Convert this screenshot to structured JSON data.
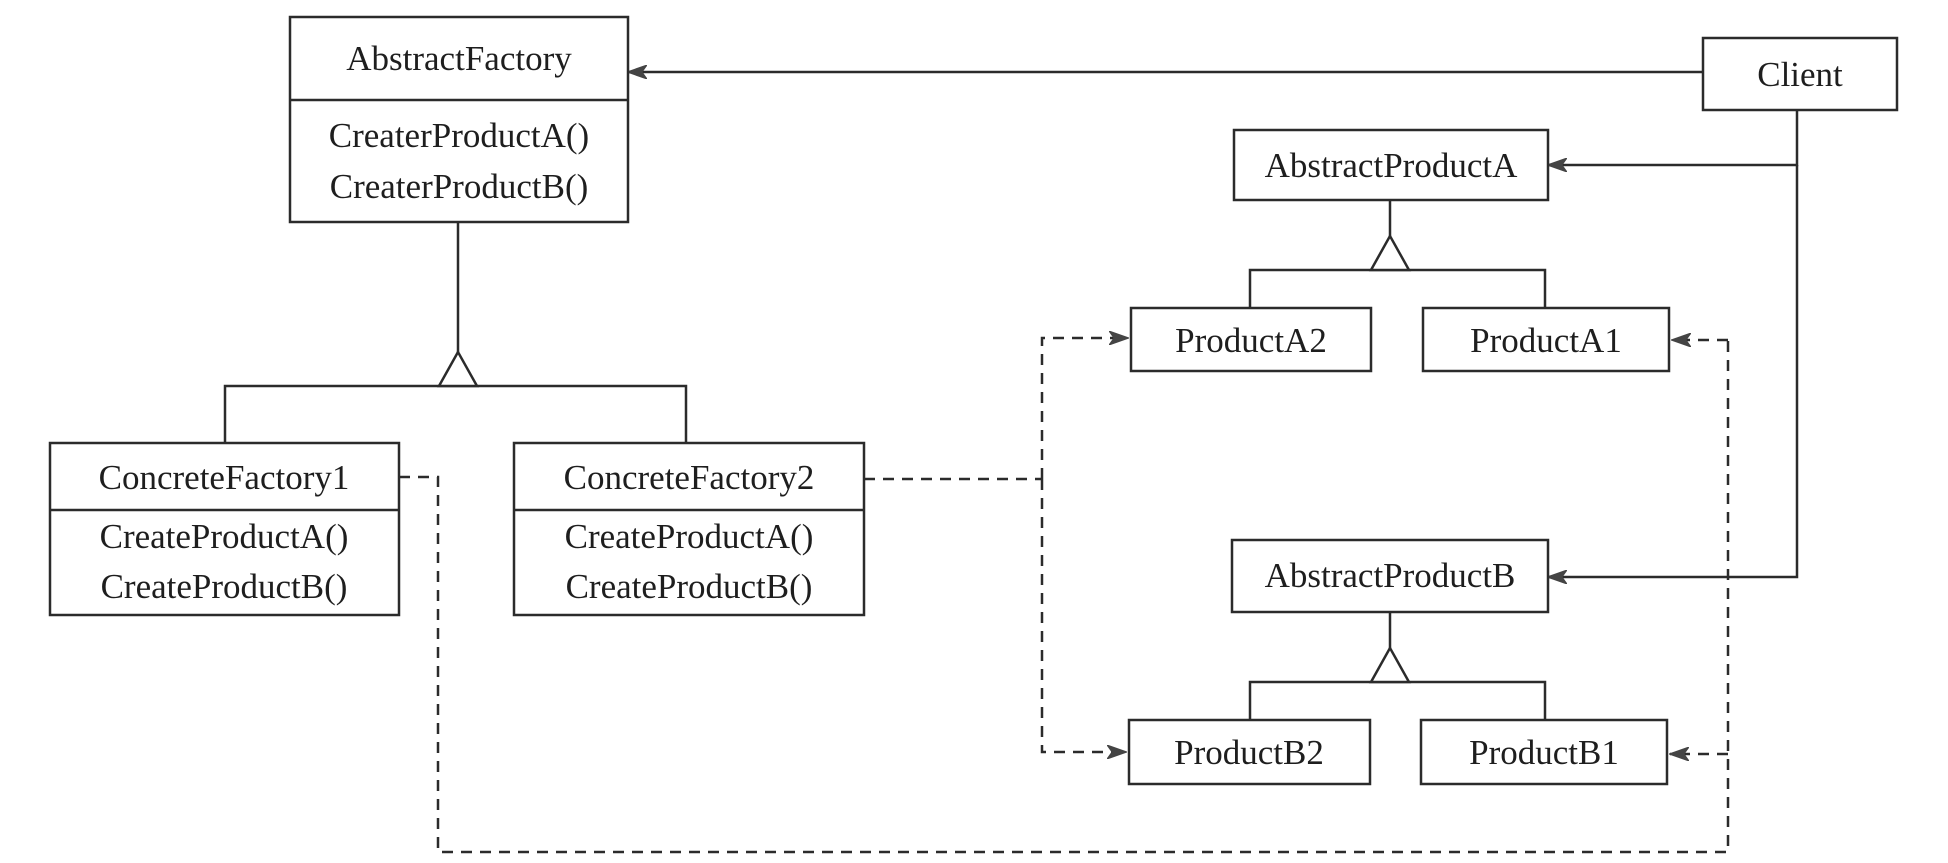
{
  "classes": {
    "abstract_factory": {
      "name": "AbstractFactory",
      "methods": [
        "CreaterProductA()",
        "CreaterProductB()"
      ]
    },
    "concrete_factory1": {
      "name": "ConcreteFactory1",
      "methods": [
        "CreateProductA()",
        "CreateProductB()"
      ]
    },
    "concrete_factory2": {
      "name": "ConcreteFactory2",
      "methods": [
        "CreateProductA()",
        "CreateProductB()"
      ]
    },
    "client": {
      "name": "Client"
    },
    "abstract_product_a": {
      "name": "AbstractProductA"
    },
    "product_a2": {
      "name": "ProductA2"
    },
    "product_a1": {
      "name": "ProductA1"
    },
    "abstract_product_b": {
      "name": "AbstractProductB"
    },
    "product_b2": {
      "name": "ProductB2"
    },
    "product_b1": {
      "name": "ProductB1"
    }
  },
  "relations": [
    {
      "type": "association",
      "from": "Client",
      "to": "AbstractFactory"
    },
    {
      "type": "association",
      "from": "Client",
      "to": "AbstractProductA"
    },
    {
      "type": "association",
      "from": "Client",
      "to": "AbstractProductB"
    },
    {
      "type": "inheritance",
      "parent": "AbstractFactory",
      "children": [
        "ConcreteFactory1",
        "ConcreteFactory2"
      ]
    },
    {
      "type": "inheritance",
      "parent": "AbstractProductA",
      "children": [
        "ProductA2",
        "ProductA1"
      ]
    },
    {
      "type": "inheritance",
      "parent": "AbstractProductB",
      "children": [
        "ProductB2",
        "ProductB1"
      ]
    },
    {
      "type": "dependency",
      "from": "ConcreteFactory1",
      "to": [
        "ProductA1",
        "ProductB1"
      ]
    },
    {
      "type": "dependency",
      "from": "ConcreteFactory2",
      "to": [
        "ProductA2",
        "ProductB2"
      ]
    }
  ]
}
